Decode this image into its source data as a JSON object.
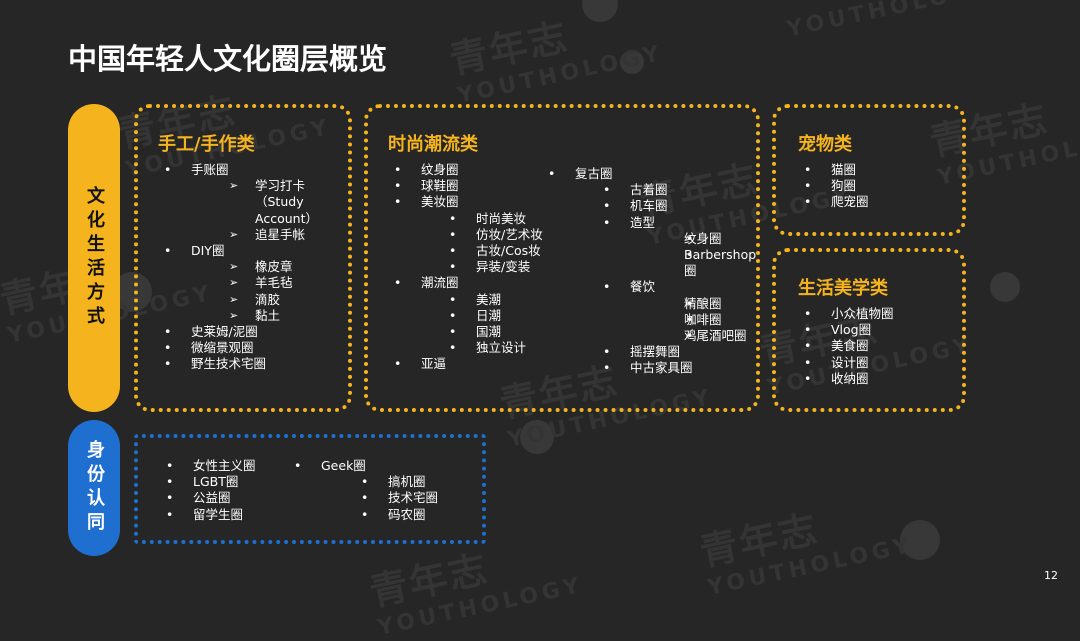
{
  "watermark": {
    "cn": "青年志",
    "en": "YOUTHOLOGY"
  },
  "title": "中国年轻人文化圈层概览",
  "page_number": "12",
  "lifestyle": {
    "label": "文化生活方式",
    "craft": {
      "title": "手工/手作类",
      "items": [
        {
          "label": "手账圈",
          "sub": [
            "学习打卡（Study Account）",
            "追星手帐"
          ]
        },
        {
          "label": "DIY圈",
          "sub": [
            "橡皮章",
            "羊毛毡",
            "滴胶",
            "黏土"
          ]
        },
        {
          "label": "史莱姆/泥圈"
        },
        {
          "label": "微缩景观圈"
        },
        {
          "label": "野生技术宅圈"
        }
      ]
    },
    "fashion": {
      "title": "时尚潮流类",
      "col1": [
        {
          "label": "纹身圈"
        },
        {
          "label": "球鞋圈"
        },
        {
          "label": "美妆圈",
          "sub": [
            "时尚美妆",
            "仿妆/艺术妆",
            "古妆/Cos妆",
            "异装/变装"
          ]
        },
        {
          "label": "潮流圈",
          "sub": [
            "美潮",
            "日潮",
            "国潮",
            "独立设计"
          ]
        },
        {
          "label": "亚逼"
        }
      ],
      "col2": {
        "label": "复古圈",
        "sub": [
          {
            "label": "古着圈"
          },
          {
            "label": "机车圈"
          },
          {
            "label": "造型",
            "sub": [
              "纹身圈",
              "Barbershop圈"
            ]
          },
          {
            "label": "餐饮",
            "sub": [
              "精酿圈",
              "咖啡圈",
              "鸡尾酒吧圈"
            ]
          },
          {
            "label": "摇摆舞圈"
          },
          {
            "label": "中古家具圈"
          }
        ]
      }
    },
    "pets": {
      "title": "宠物类",
      "items": [
        "猫圈",
        "狗圈",
        "爬宠圈"
      ]
    },
    "aesthetics": {
      "title": "生活美学类",
      "items": [
        "小众植物圈",
        "Vlog圈",
        "美食圈",
        "设计圈",
        "收纳圈"
      ]
    }
  },
  "identity": {
    "label": "身份认同",
    "col1": [
      "女性主义圈",
      "LGBT圈",
      "公益圈",
      "留学生圈"
    ],
    "col2": {
      "label": "Geek圈",
      "sub": [
        "搞机圈",
        "技术宅圈",
        "码农圈"
      ]
    }
  },
  "colors": {
    "accent_yellow": "#f5b41e",
    "accent_blue": "#1f6fd1",
    "background": "#262626"
  }
}
